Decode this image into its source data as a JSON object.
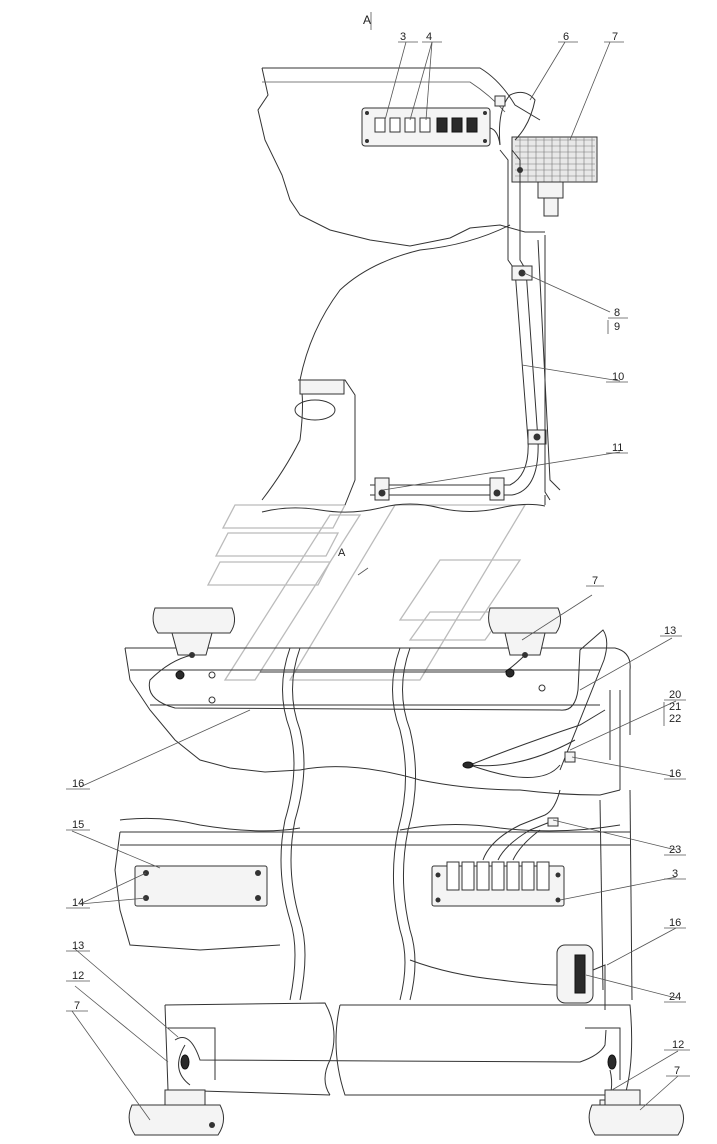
{
  "view_title": "A",
  "view_marker": "A",
  "callouts": [
    {
      "id": "c3a",
      "text": "3"
    },
    {
      "id": "c4",
      "text": "4"
    },
    {
      "id": "c6",
      "text": "6"
    },
    {
      "id": "c7a",
      "text": "7"
    },
    {
      "id": "c8",
      "text": "8"
    },
    {
      "id": "c9",
      "text": "9"
    },
    {
      "id": "c10",
      "text": "10"
    },
    {
      "id": "c11",
      "text": "11"
    },
    {
      "id": "c7b",
      "text": "7"
    },
    {
      "id": "c13a",
      "text": "13"
    },
    {
      "id": "c20",
      "text": "20"
    },
    {
      "id": "c21",
      "text": "21"
    },
    {
      "id": "c22",
      "text": "22"
    },
    {
      "id": "c16a",
      "text": "16"
    },
    {
      "id": "c16b",
      "text": "16"
    },
    {
      "id": "c15",
      "text": "15"
    },
    {
      "id": "c14",
      "text": "14"
    },
    {
      "id": "c23",
      "text": "23"
    },
    {
      "id": "c3b",
      "text": "3"
    },
    {
      "id": "c16c",
      "text": "16"
    },
    {
      "id": "c24",
      "text": "24"
    },
    {
      "id": "c13b",
      "text": "13"
    },
    {
      "id": "c12a",
      "text": "12"
    },
    {
      "id": "c7c",
      "text": "7"
    },
    {
      "id": "c12b",
      "text": "12"
    },
    {
      "id": "c7d",
      "text": "7"
    }
  ]
}
